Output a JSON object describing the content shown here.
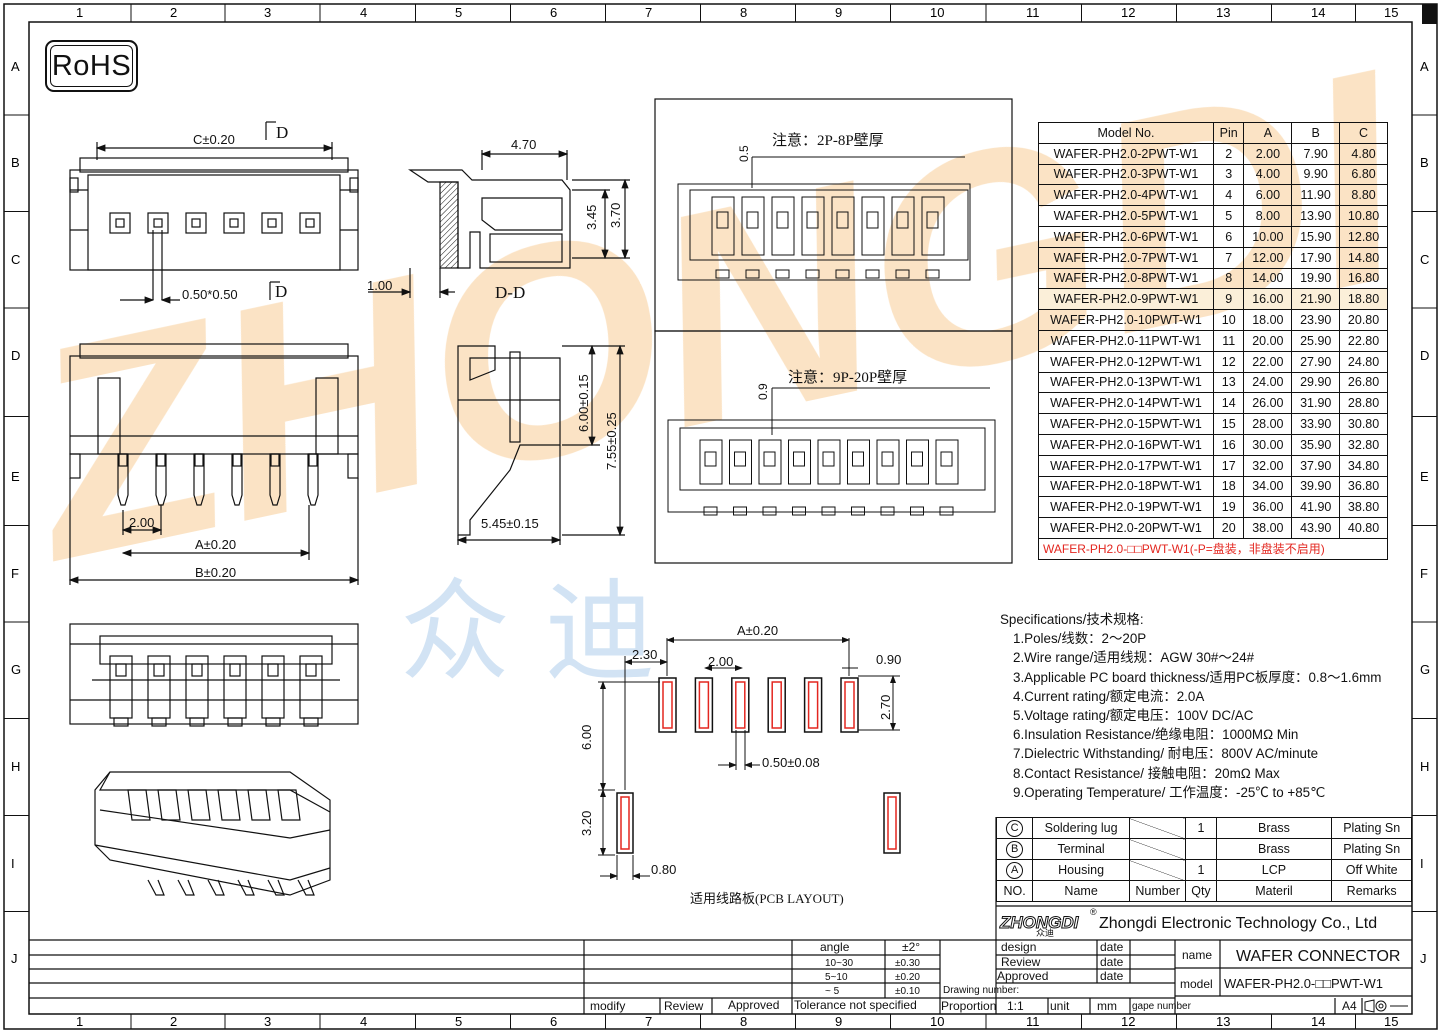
{
  "badge": "RoHS",
  "grid": {
    "cols": [
      "1",
      "2",
      "3",
      "4",
      "5",
      "6",
      "7",
      "8",
      "9",
      "10",
      "11",
      "12",
      "13",
      "14",
      "15"
    ],
    "rows": [
      "A",
      "B",
      "C",
      "D",
      "E",
      "F",
      "G",
      "H",
      "I",
      "J"
    ]
  },
  "front_view": {
    "dim_c": "C±0.20",
    "pitch": "0.50*0.50",
    "section_top": "D",
    "section_bottom": "D"
  },
  "section_view": {
    "dim_width": "4.70",
    "dim_h1": "3.45",
    "dim_h2": "3.70",
    "dim_offset": "1.00",
    "label": "D-D"
  },
  "side_view": {
    "dim_pitch": "2.00",
    "dim_a": "A±0.20",
    "dim_b": "B±0.20"
  },
  "profile_view": {
    "dim_h1": "6.00±0.15",
    "dim_h2": "7.55±0.25",
    "dim_w": "5.45±0.15"
  },
  "note_box_top": {
    "note": "注意：2P-8P壁厚",
    "dim": "0.5"
  },
  "note_box_bottom": {
    "note": "注意：9P-20P壁厚",
    "dim": "0.9"
  },
  "pcb_layout": {
    "dim_a": "A±0.20",
    "dim_offset": "2.30",
    "dim_pitch": "2.00",
    "dim_pad_w": "0.90",
    "dim_pad_h": "2.70",
    "dim_row": "6.00",
    "dim_slot": "0.50±0.08",
    "dim_lug_h": "3.20",
    "dim_lug_w": "0.80",
    "caption": "适用线路板(PCB LAYOUT)"
  },
  "model_table": {
    "headers": [
      "Model  No.",
      "Pin",
      "A",
      "B",
      "C"
    ],
    "rows": [
      [
        "WAFER-PH2.0-2PWT-W1",
        "2",
        "2.00",
        "7.90",
        "4.80"
      ],
      [
        "WAFER-PH2.0-3PWT-W1",
        "3",
        "4.00",
        "9.90",
        "6.80"
      ],
      [
        "WAFER-PH2.0-4PWT-W1",
        "4",
        "6.00",
        "11.90",
        "8.80"
      ],
      [
        "WAFER-PH2.0-5PWT-W1",
        "5",
        "8.00",
        "13.90",
        "10.80"
      ],
      [
        "WAFER-PH2.0-6PWT-W1",
        "6",
        "10.00",
        "15.90",
        "12.80"
      ],
      [
        "WAFER-PH2.0-7PWT-W1",
        "7",
        "12.00",
        "17.90",
        "14.80"
      ],
      [
        "WAFER-PH2.0-8PWT-W1",
        "8",
        "14.00",
        "19.90",
        "16.80"
      ],
      [
        "WAFER-PH2.0-9PWT-W1",
        "9",
        "16.00",
        "21.90",
        "18.80"
      ],
      [
        "WAFER-PH2.0-10PWT-W1",
        "10",
        "18.00",
        "23.90",
        "20.80"
      ],
      [
        "WAFER-PH2.0-11PWT-W1",
        "11",
        "20.00",
        "25.90",
        "22.80"
      ],
      [
        "WAFER-PH2.0-12PWT-W1",
        "12",
        "22.00",
        "27.90",
        "24.80"
      ],
      [
        "WAFER-PH2.0-13PWT-W1",
        "13",
        "24.00",
        "29.90",
        "26.80"
      ],
      [
        "WAFER-PH2.0-14PWT-W1",
        "14",
        "26.00",
        "31.90",
        "28.80"
      ],
      [
        "WAFER-PH2.0-15PWT-W1",
        "15",
        "28.00",
        "33.90",
        "30.80"
      ],
      [
        "WAFER-PH2.0-16PWT-W1",
        "16",
        "30.00",
        "35.90",
        "32.80"
      ],
      [
        "WAFER-PH2.0-17PWT-W1",
        "17",
        "32.00",
        "37.90",
        "34.80"
      ],
      [
        "WAFER-PH2.0-18PWT-W1",
        "18",
        "34.00",
        "39.90",
        "36.80"
      ],
      [
        "WAFER-PH2.0-19PWT-W1",
        "19",
        "36.00",
        "41.90",
        "38.80"
      ],
      [
        "WAFER-PH2.0-20PWT-W1",
        "20",
        "38.00",
        "43.90",
        "40.80"
      ]
    ],
    "footnote": "WAFER-PH2.0-□□PWT-W1(-P=盘装，非盘装不启用)"
  },
  "specs": {
    "title": "Specifications/技术规格:",
    "items": [
      "1.Poles/线数：2～20P",
      "2.Wire range/适用线规：AGW 30#～24#",
      "3.Applicable PC board thickness/适用PC板厚度：0.8～1.6mm",
      "4.Current rating/额定电流：2.0A",
      "5.Voltage rating/额定电压：100V DC/AC",
      "6.Insulation Resistance/绝缘电阻：1000MΩ Min",
      "7.Dielectric Withstanding/ 耐电压：800V AC/minute",
      "8.Contact Resistance/ 接触电阻：20mΩ  Max",
      "9.Operating Temperature/ 工作温度：-25℃  to +85℃"
    ]
  },
  "bom": {
    "rows": [
      {
        "no": "C",
        "name": "Soldering  lug",
        "number": "",
        "qty": "1",
        "material": "Brass",
        "remarks": "Plating  Sn"
      },
      {
        "no": "B",
        "name": "Terminal",
        "number": "",
        "qty": "",
        "material": "Brass",
        "remarks": "Plating  Sn"
      },
      {
        "no": "A",
        "name": "Housing",
        "number": "",
        "qty": "1",
        "material": "LCP",
        "remarks": "Off  White"
      }
    ],
    "header": {
      "no": "NO.",
      "name": "Name",
      "number": "Number",
      "qty": "Qty",
      "material": "Materil",
      "remarks": "Remarks"
    }
  },
  "company": {
    "logo": "ZHONGDI",
    "logo_cn": "众迪",
    "name": "Zhongdi Electronic Technology Co., Ltd"
  },
  "watermark": {
    "text_en": "ZHONGDI",
    "text_cn": "众 迪"
  },
  "title_block": {
    "angle": "angle",
    "angle_tol": "±2°",
    "tol_rows": [
      [
        "10~30",
        "±0.30"
      ],
      [
        "5~10",
        "±0.20"
      ],
      [
        "~ 5",
        "±0.10"
      ]
    ],
    "modify": "modify",
    "review": "Review",
    "approved": "Approved",
    "tolerance_note": "Tolerance  not  specified",
    "design": "design",
    "review2": "Review",
    "approved2": "Approved",
    "date": "date",
    "drawing_number": "Drawing number:",
    "proportion": "Proportion",
    "scale": "1:1",
    "unit": "unit",
    "unit_val": "mm",
    "page_number": "gape number",
    "name_label": "name",
    "name_val": "WAFER  CONNECTOR",
    "model_label": "model",
    "model_val": "WAFER-PH2.0-□□PWT-W1",
    "paper": "A4"
  }
}
